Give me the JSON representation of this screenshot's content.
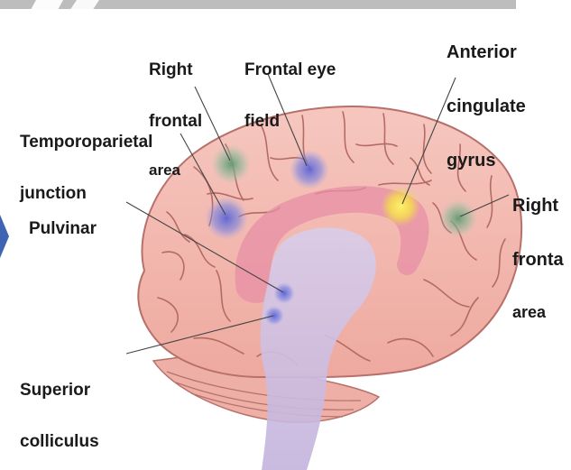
{
  "labels": {
    "right_frontal_area_top": {
      "line1": "Right",
      "line2": "frontal",
      "line3": "area"
    },
    "frontal_eye_field": {
      "line1": "Frontal eye",
      "line2": "field"
    },
    "anterior_cingulate_gyrus": {
      "line1": "Anterior",
      "line2": "cingulate",
      "line3": "gyrus"
    },
    "temporoparietal_junction": {
      "line1": "Temporoparietal",
      "line2": "junction"
    },
    "right_frontal_area_side": {
      "line1": "Right",
      "line2": "fronta",
      "line3": "area"
    },
    "pulvinar": {
      "text": "Pulvinar"
    },
    "superior_colliculus": {
      "line1": "Superior",
      "line2": "colliculus"
    }
  },
  "colors": {
    "brain_fill": "#f3b9b0",
    "brain_stroke": "#b8706a",
    "cingulate_band": "#e78fa6",
    "brainstem": "#c9bbe0",
    "blue_spot": "#6f78d8",
    "green_spot": "#7fae8a",
    "yellow_spot": "#f4e14a",
    "slide_arrow": "#3f64b3",
    "top_bar": "#bdbdbd"
  }
}
